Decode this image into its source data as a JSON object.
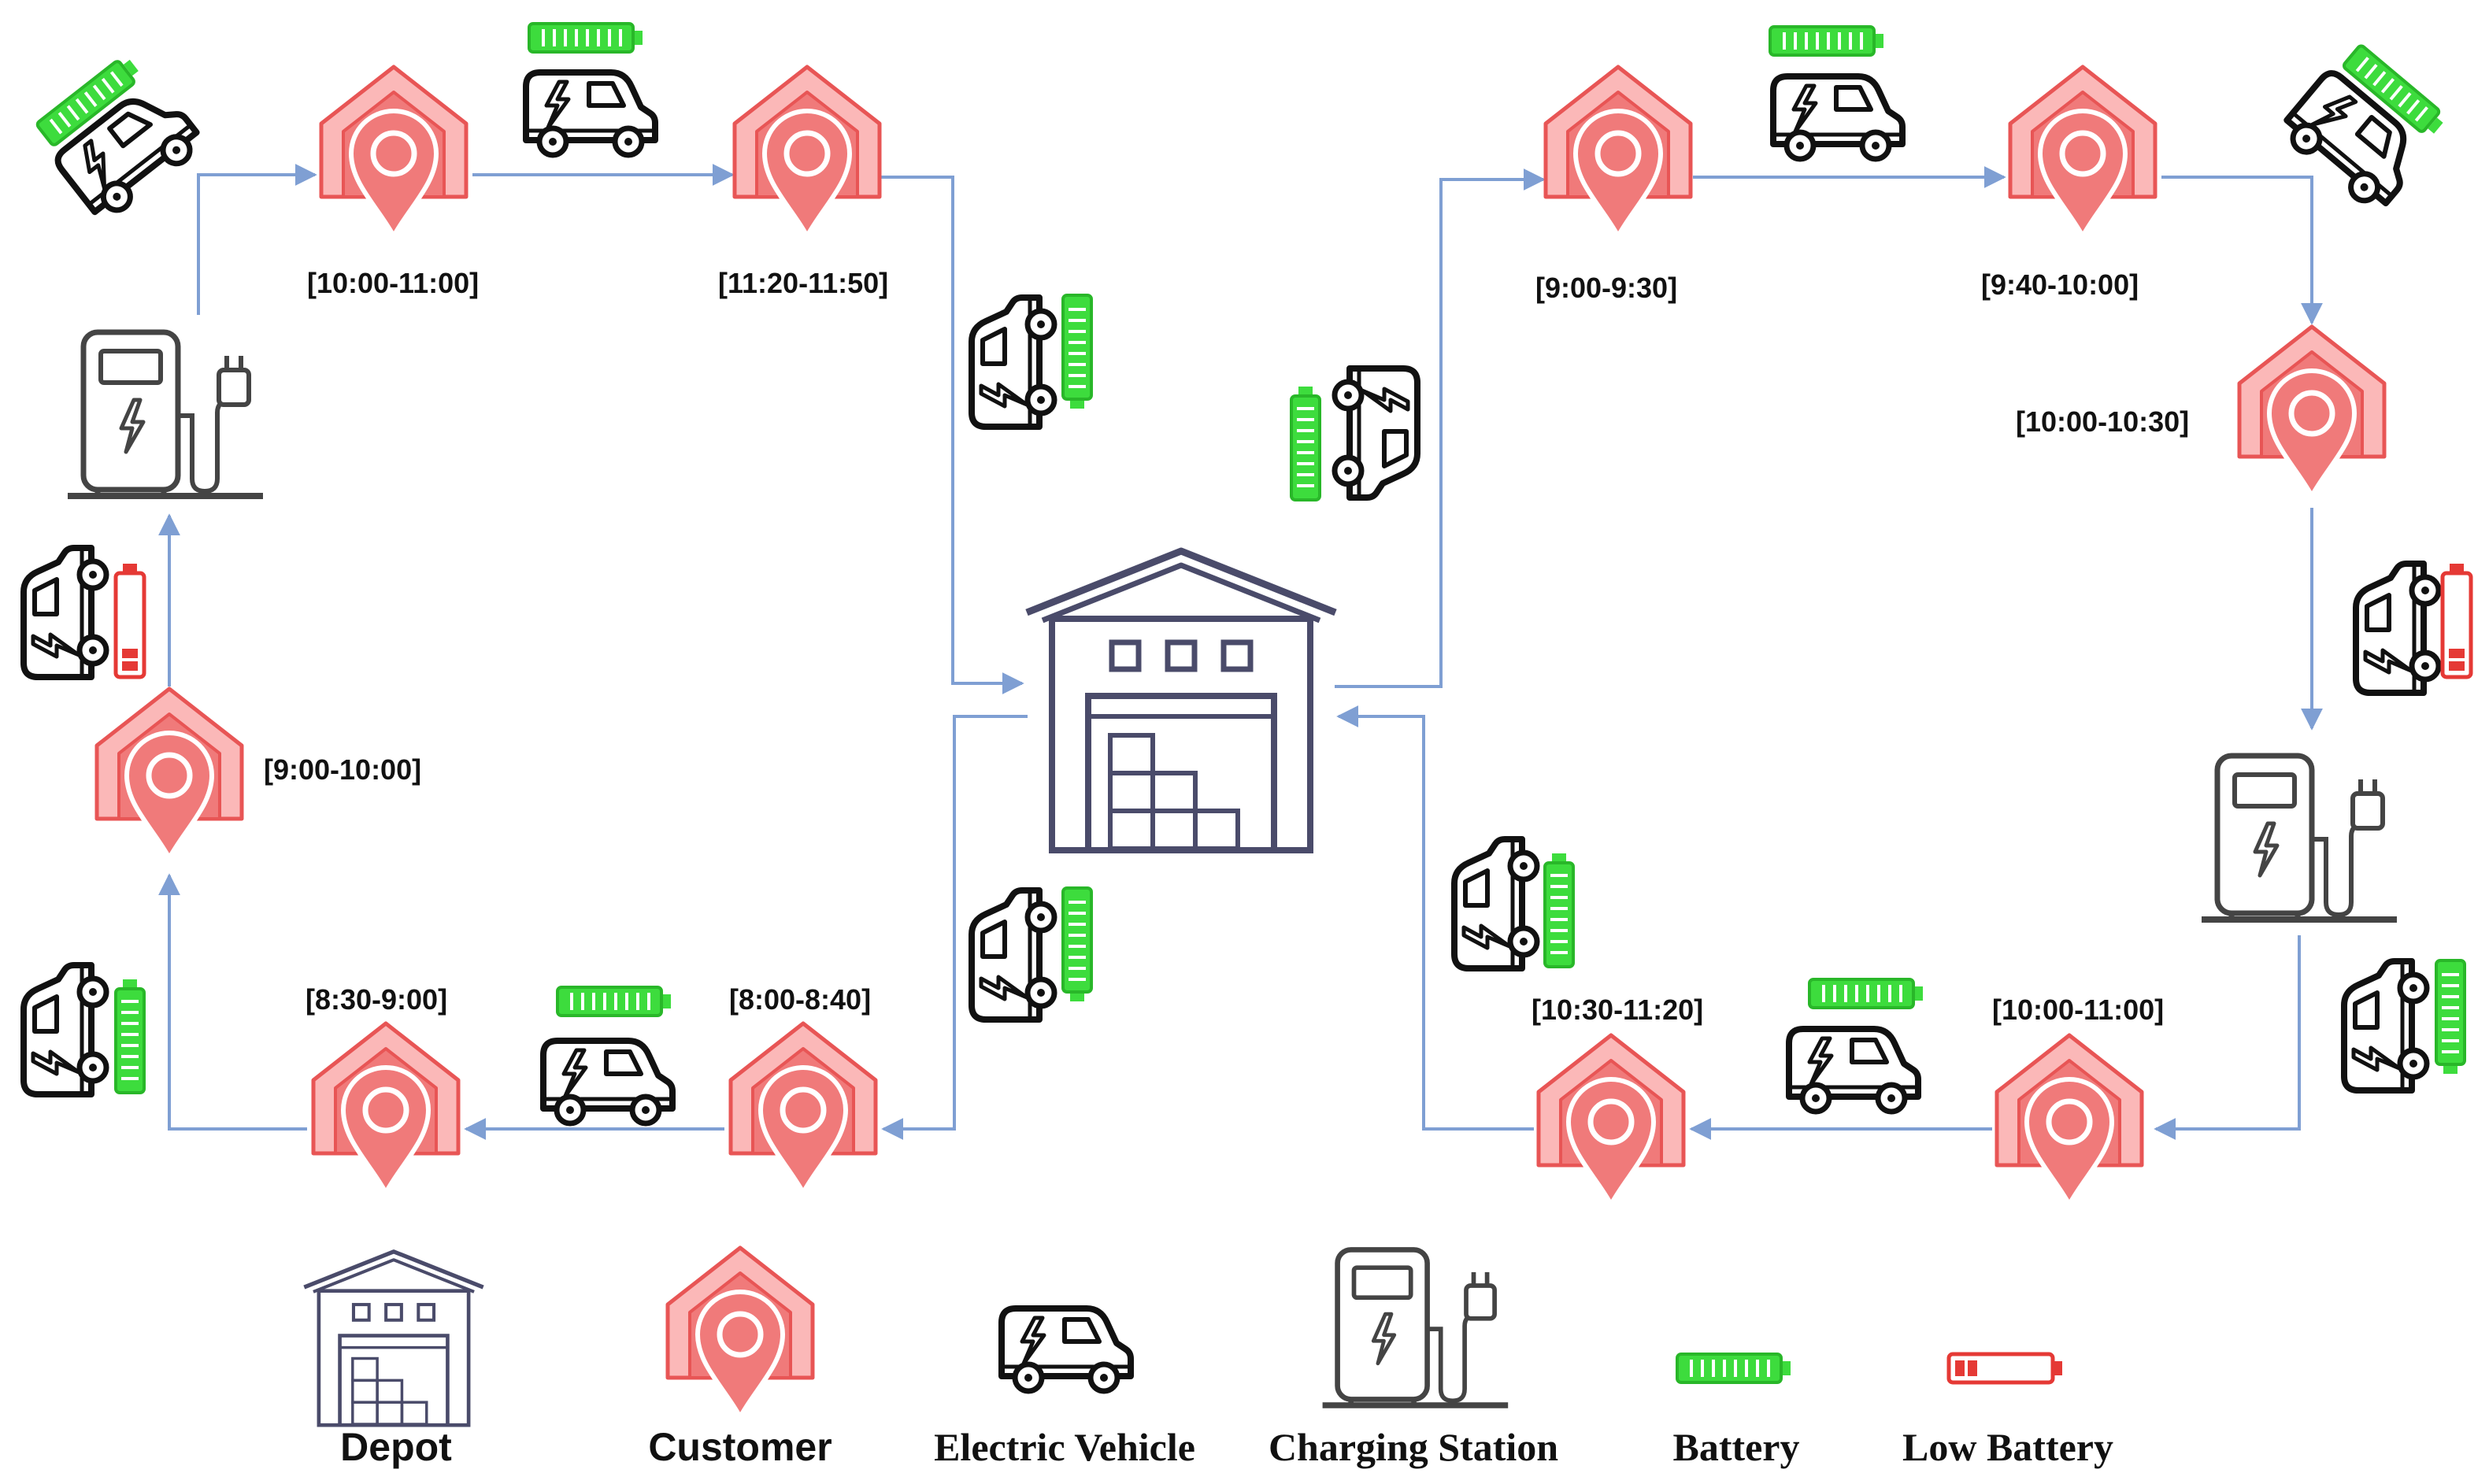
{
  "colors": {
    "customer_fill": "#f07a7a",
    "customer_stroke": "#e85555",
    "customer_light": "#fbb8b8",
    "depot_stroke": "#4a4b6a",
    "route": "#7f9fd3",
    "battery_full": "#3ddc3d",
    "battery_low": "#e53935",
    "icon_stroke": "#111111",
    "charger_stroke": "#444444"
  },
  "routes": {
    "left": {
      "time_windows": [
        "[9:00-10:00]",
        "[10:00-11:00]",
        "[11:20-11:50]",
        "[8:00-8:40]",
        "[8:30-9:00]"
      ]
    },
    "right": {
      "time_windows": [
        "[9:00-9:30]",
        "[9:40-10:00]",
        "[10:00-10:30]",
        "[10:00-11:00]",
        "[10:30-11:20]"
      ]
    }
  },
  "icons": [
    "depot-icon",
    "customer-icon",
    "electric-vehicle-icon",
    "charging-station-icon",
    "battery-icon",
    "low-battery-icon"
  ],
  "legend": {
    "depot": "Depot",
    "customer": "Customer",
    "electric_vehicle": "Electric Vehicle",
    "charging_station": "Charging Station",
    "battery": "Battery",
    "low_battery": "Low Battery"
  }
}
